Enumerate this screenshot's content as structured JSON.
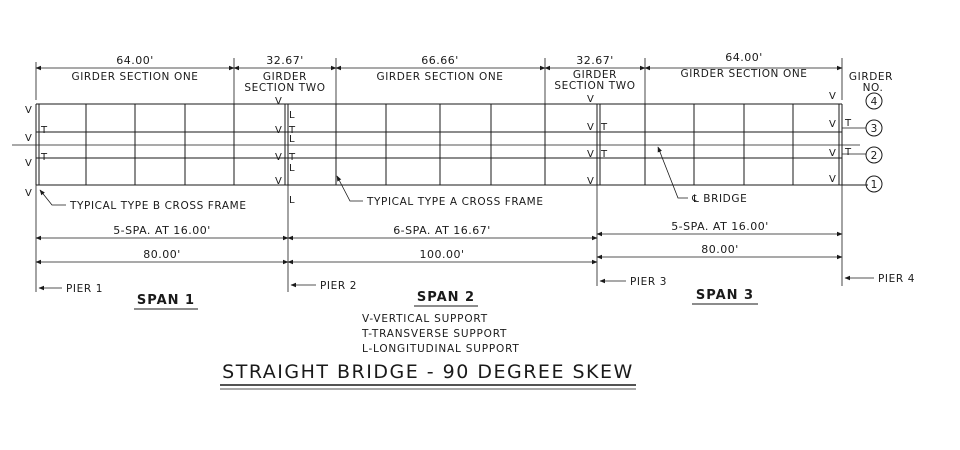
{
  "title": "STRAIGHT BRIDGE - 90 DEGREE SKEW",
  "sections": [
    {
      "length": "64.00'",
      "line1": "GIRDER SECTION ONE",
      "line2": ""
    },
    {
      "length": "32.67'",
      "line1": "GIRDER",
      "line2": "SECTION TWO"
    },
    {
      "length": "66.66'",
      "line1": "GIRDER SECTION ONE",
      "line2": ""
    },
    {
      "length": "32.67'",
      "line1": "GIRDER",
      "line2": "SECTION TWO"
    },
    {
      "length": "64.00'",
      "line1": "GIRDER SECTION ONE",
      "line2": ""
    }
  ],
  "girder_header": {
    "line1": "GIRDER",
    "line2": "NO."
  },
  "girders": [
    "4",
    "3",
    "2",
    "1"
  ],
  "spacing_dims": [
    "5-SPA. AT 16.00'",
    "6-SPA. AT 16.67'",
    "5-SPA. AT 16.00'"
  ],
  "span_dims": [
    "80.00'",
    "100.00'",
    "80.00'"
  ],
  "piers": [
    "PIER 1",
    "PIER 2",
    "PIER 3",
    "PIER 4"
  ],
  "spans": [
    "SPAN 1",
    "SPAN 2",
    "SPAN 3"
  ],
  "callouts": {
    "type_b": "TYPICAL TYPE B CROSS FRAME",
    "type_a": "TYPICAL TYPE A CROSS FRAME",
    "centerline": "℄ BRIDGE"
  },
  "support_marks": {
    "v": "V",
    "t": "T",
    "l": "L"
  },
  "legend": [
    "V-VERTICAL SUPPORT",
    "T-TRANSVERSE SUPPORT",
    "L-LONGITUDINAL SUPPORT"
  ]
}
